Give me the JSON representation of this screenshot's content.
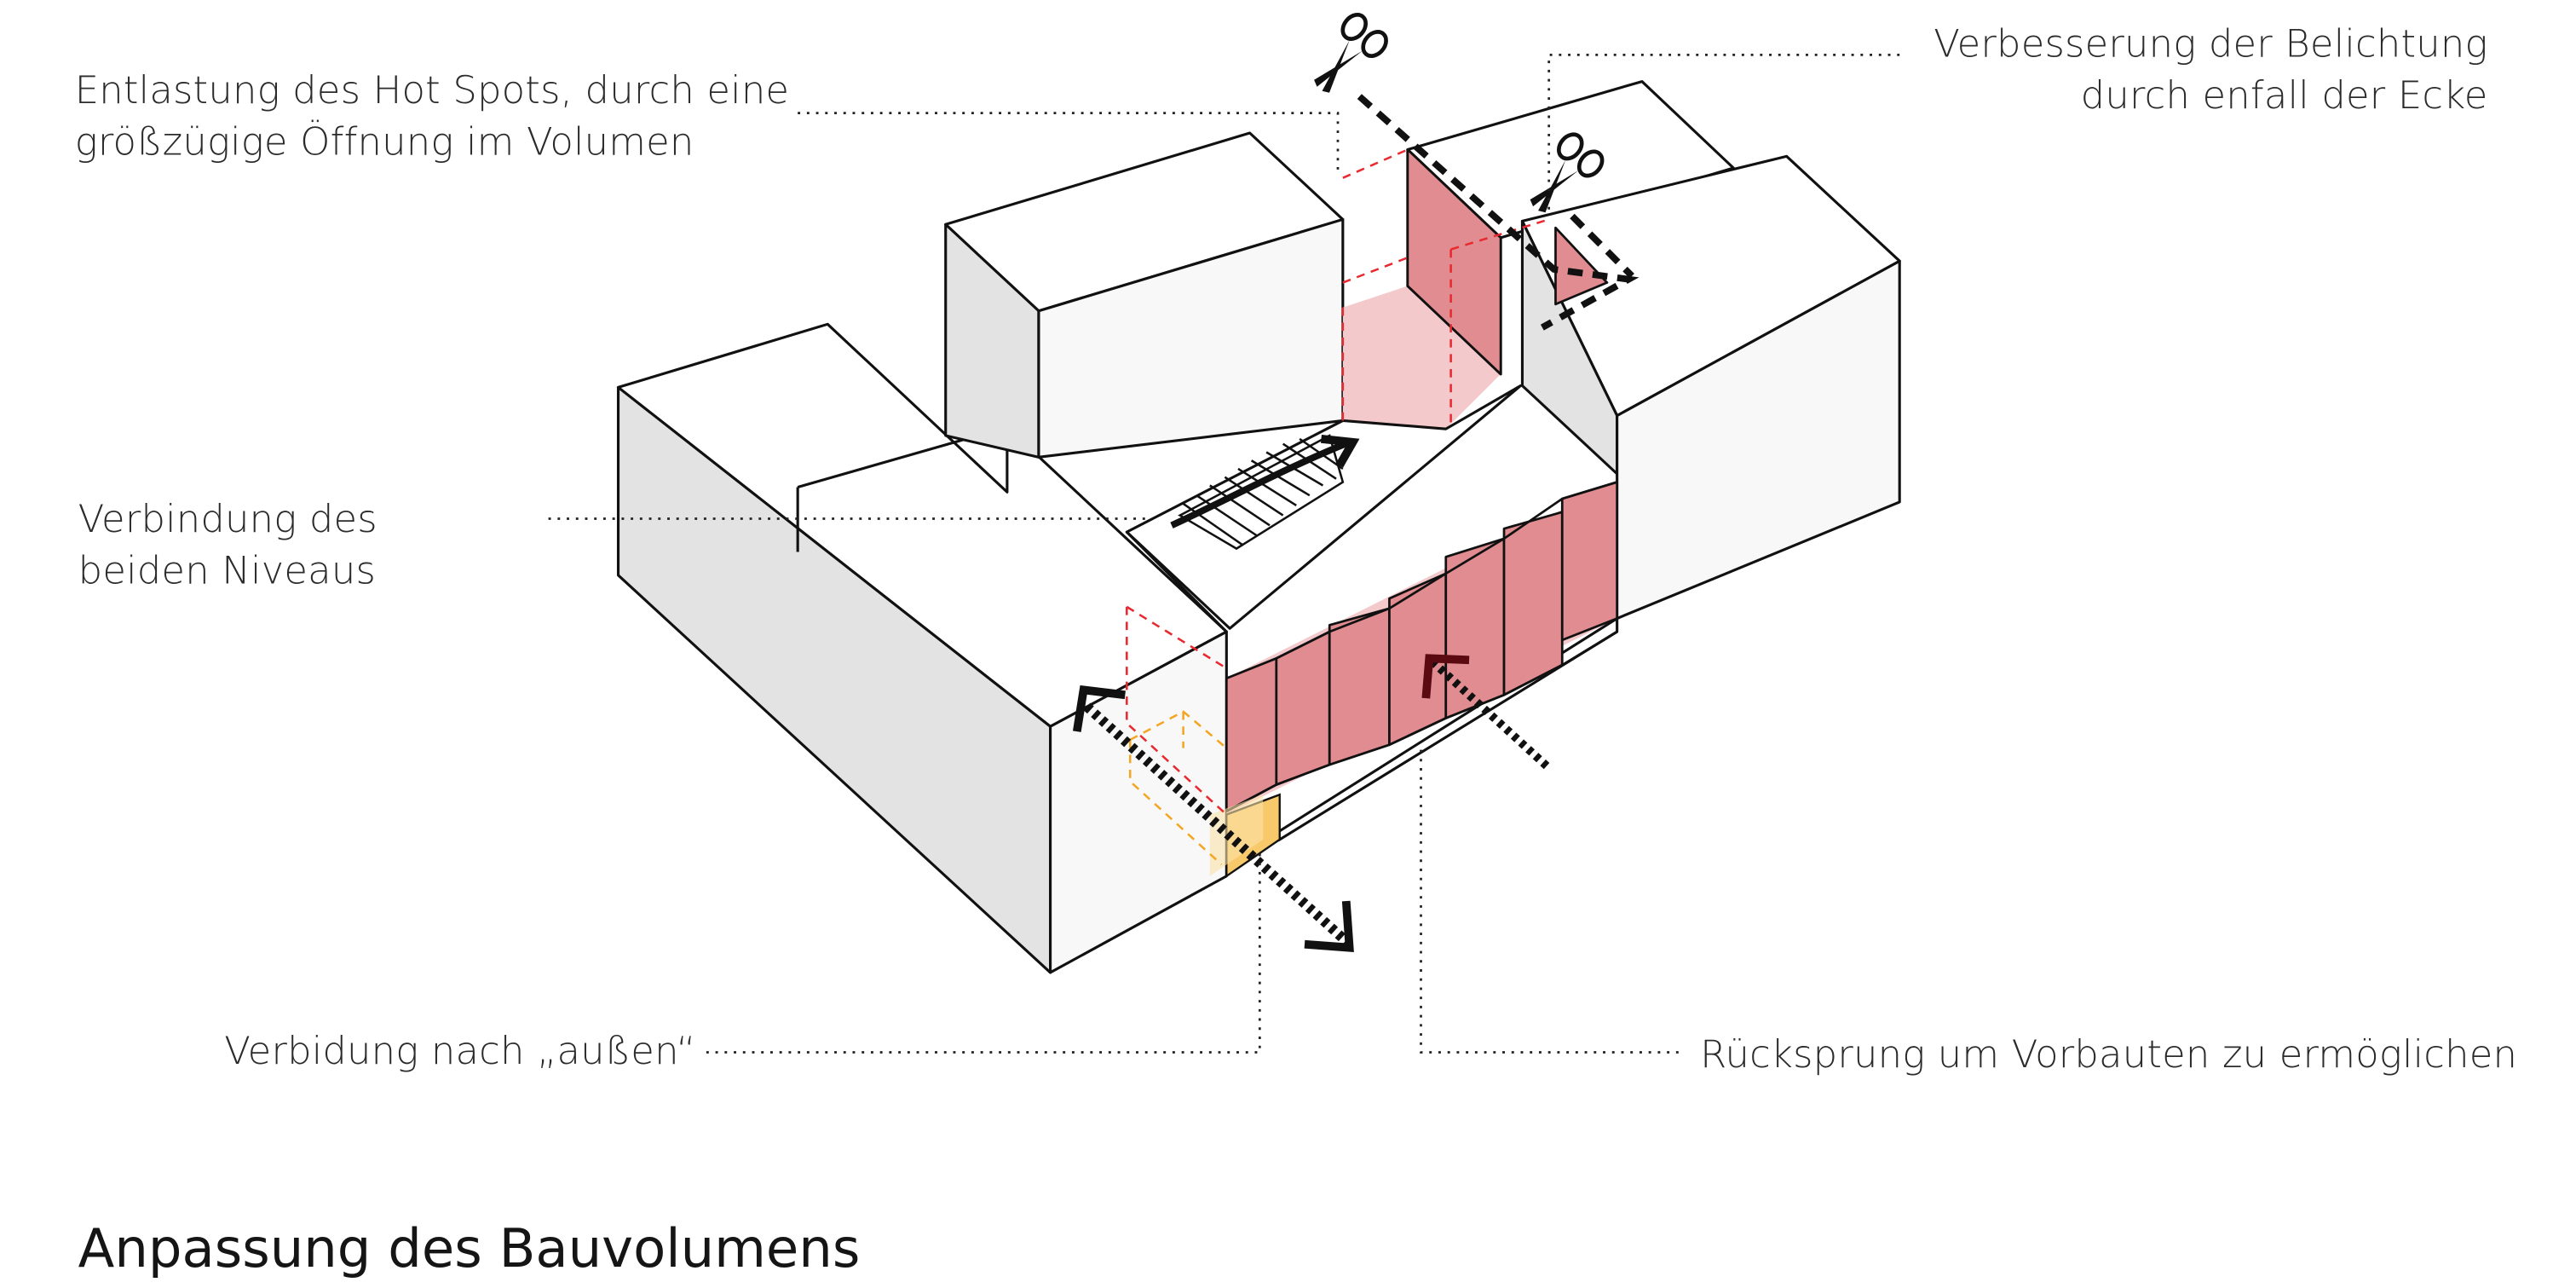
{
  "labels": {
    "hotspot_line1": "Entlastung des Hot Spots, durch eine",
    "hotspot_line2": "größzügige Öffnung im Volumen",
    "belichtung_line1": "Verbesserung der Belichtung",
    "belichtung_line2": "durch enfall der Ecke",
    "niveaus_line1": "Verbindung des",
    "niveaus_line2": "beiden Niveaus",
    "aussen": "Verbidung nach „außen“",
    "ruecksprung": "Rücksprung um  Vorbauten zu ermöglichen"
  },
  "title": "Anpassung des Bauvolumens",
  "icons": {
    "scissors": "scissors-icon",
    "arrow": "direction-arrow-icon",
    "stairs": "stairs-icon"
  },
  "colors": {
    "cut_face": "#e08c90",
    "opening_floor": "#f3c9cb",
    "dashed_red": "#e8292f",
    "dashed_orange": "#f3a623",
    "orange_fill": "#f7c96a"
  }
}
